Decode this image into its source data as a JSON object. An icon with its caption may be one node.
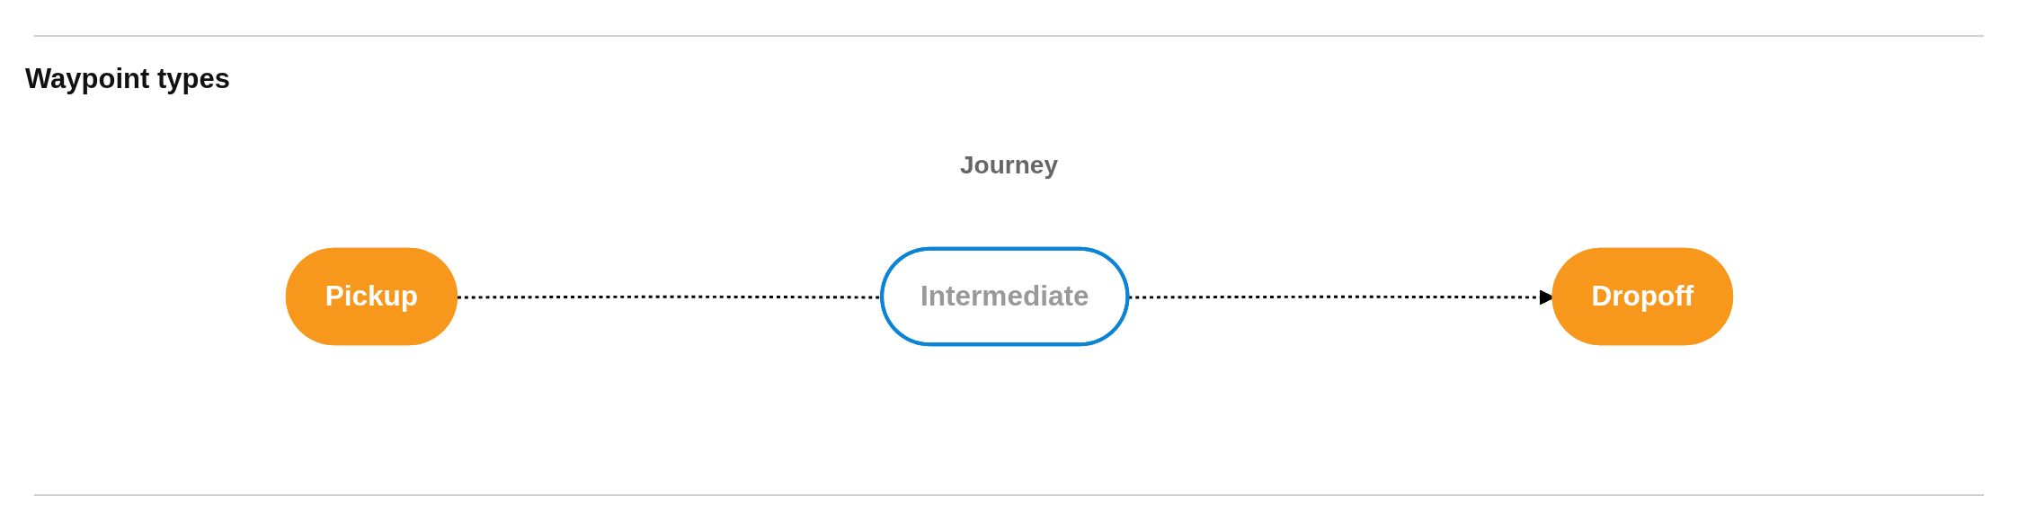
{
  "diagram": {
    "title": "Waypoint types",
    "nodes": [
      {
        "text": [
          "Pickup"
        ]
      },
      {
        "text": [
          "Intermediate"
        ]
      },
      {
        "text": [
          "Dropoff"
        ]
      }
    ],
    "edges": [
      {
        "from": 0,
        "to": 1,
        "arrow": "none",
        "style": "dashed"
      },
      {
        "from": 1,
        "to": 2,
        "arrow": "to",
        "style": "dashed"
      }
    ],
    "labels": [
      "Journey"
    ]
  }
}
